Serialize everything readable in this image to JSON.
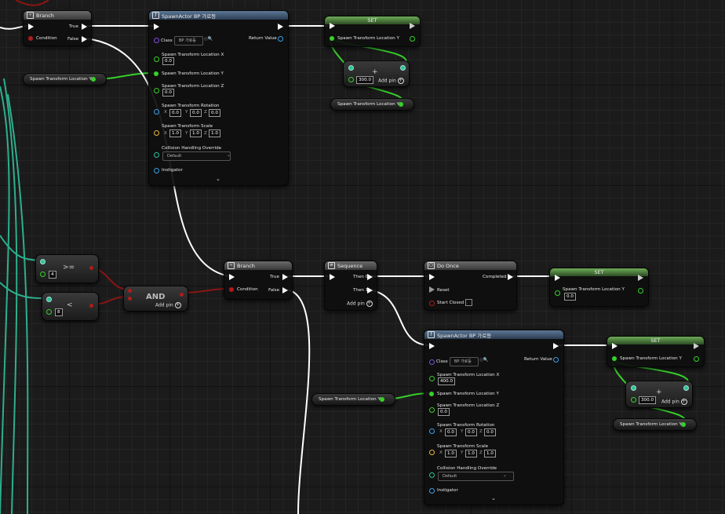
{
  "branch_top": {
    "title": "Branch",
    "true_label": "True",
    "false_label": "False",
    "condition_label": "Condition"
  },
  "branch_mid": {
    "title": "Branch",
    "true_label": "True",
    "false_label": "False",
    "condition_label": "Condition"
  },
  "spawn_top": {
    "title": "SpawnActor BP 가로등",
    "class_label": "Class",
    "class_value": "BP 가로등",
    "return_label": "Return Value",
    "loc_x_label": "Spawn Transform Location X",
    "loc_x_value": "0.0",
    "loc_y_label": "Spawn Transform Location Y",
    "loc_z_label": "Spawn Transform Location Z",
    "loc_z_value": "0.0",
    "rot_label": "Spawn Transform Rotation",
    "rot_x": "0.0",
    "rot_y": "0.0",
    "rot_z": "0.0",
    "scale_label": "Spawn Transform Scale",
    "scale_x": "1.0",
    "scale_y": "1.0",
    "scale_z": "1.0",
    "collision_label": "Collision Handling Override",
    "collision_value": "Default",
    "instigator_label": "Instigator"
  },
  "spawn_bottom": {
    "title": "SpawnActor BP 가로등",
    "class_label": "Class",
    "class_value": "BP 가로등",
    "return_label": "Return Value",
    "loc_x_label": "Spawn Transform Location X",
    "loc_x_value": "400.0",
    "loc_y_label": "Spawn Transform Location Y",
    "loc_z_label": "Spawn Transform Location Z",
    "loc_z_value": "0.0",
    "rot_label": "Spawn Transform Rotation",
    "rot_x": "0.0",
    "rot_y": "0.0",
    "rot_z": "0.0",
    "scale_label": "Spawn Transform Scale",
    "scale_x": "1.0",
    "scale_y": "1.0",
    "scale_z": "1.0",
    "collision_label": "Collision Handling Override",
    "collision_value": "Default",
    "instigator_label": "Instigator"
  },
  "axis": {
    "x": "X",
    "y": "Y",
    "z": "Z"
  },
  "set_top": {
    "title": "SET",
    "var_label": "Spawn Transform Location Y"
  },
  "set_mid": {
    "title": "SET",
    "var_label": "Spawn Transform Location Y",
    "value": "0.0"
  },
  "set_bottom": {
    "title": "SET",
    "var_label": "Spawn Transform Location Y"
  },
  "add_top": {
    "value": "300.0",
    "add_pin": "Add pin"
  },
  "add_bottom": {
    "value": "300.0",
    "add_pin": "Add pin"
  },
  "get_vars": {
    "left_top": "Spawn Transform Location Y",
    "right_top": "Spawn Transform Location Y",
    "mid": "Spawn Transform Location Y",
    "right_bottom": "Spawn Transform Location Y"
  },
  "compare_ge": {
    "op": ">=",
    "value": "4"
  },
  "compare_lt": {
    "op": "<",
    "value": "8"
  },
  "and_node": {
    "title": "AND",
    "add_pin": "Add pin"
  },
  "sequence": {
    "title": "Sequence",
    "then0": "Then 0",
    "then1": "Then 1",
    "add_pin": "Add pin"
  },
  "do_once": {
    "title": "Do Once",
    "completed": "Completed",
    "reset": "Reset",
    "start_closed": "Start Closed"
  },
  "colors": {
    "exec": "#ffffff",
    "float": "#37d02b",
    "bool": "#b01c1c",
    "wildcard": "#2ec19a"
  }
}
